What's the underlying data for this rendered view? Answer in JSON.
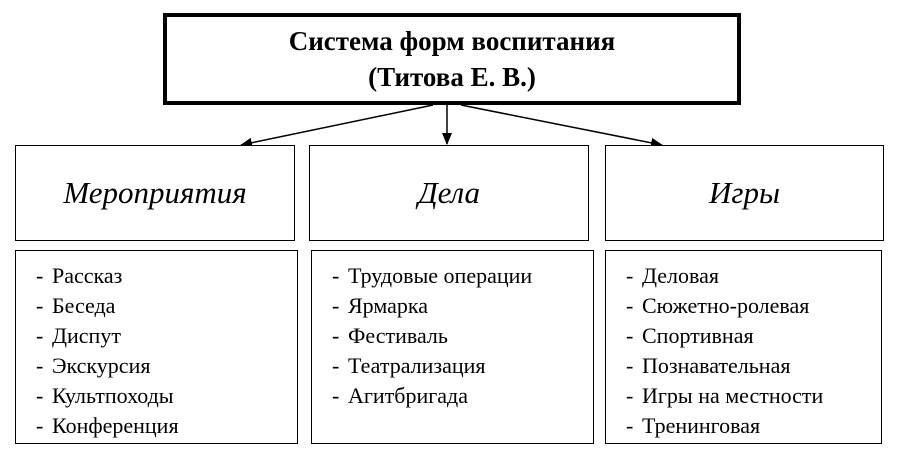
{
  "title": {
    "line1": "Система форм воспитания",
    "line2": "(Титова Е. В.)"
  },
  "categories": [
    {
      "label": "Мероприятия",
      "items": [
        "Рассказ",
        "Беседа",
        "Диспут",
        "Экскурсия",
        "Культпоходы",
        "Конференция"
      ]
    },
    {
      "label": "Дела",
      "items": [
        "Трудовые операции",
        "Ярмарка",
        "Фестиваль",
        "Театрализация",
        "Агитбригада"
      ]
    },
    {
      "label": "Игры",
      "items": [
        "Деловая",
        "Сюжетно-ролевая",
        "Спортивная",
        "Познавательная",
        "Игры на местности",
        "Тренинговая"
      ]
    }
  ],
  "colors": {
    "line": "#000000",
    "background": "#ffffff"
  }
}
